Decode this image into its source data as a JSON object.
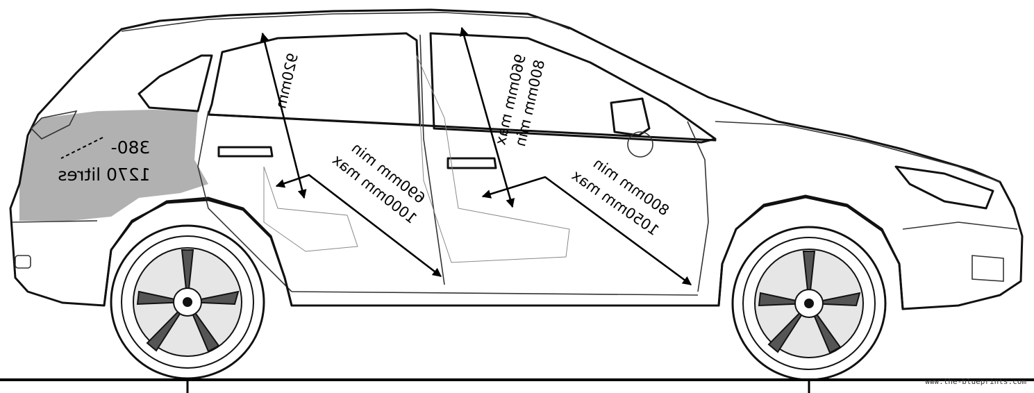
{
  "diagram": {
    "colors": {
      "outline": "#111111",
      "cargo_fill": "#a8a8a8",
      "ground": "#000000",
      "background": "#ffffff"
    },
    "labels": {
      "cargo_line1": "380-",
      "cargo_line2": "1270 litres",
      "rear_headroom": "920mm",
      "front_headroom_line1": "800mm min",
      "front_headroom_line2": "960mm max",
      "rear_legroom_line1": "690mm min",
      "rear_legroom_line2": "1000mm max",
      "front_legroom_line1": "800mm min",
      "front_legroom_line2": "1050mm max"
    },
    "watermark": "www.the-blueprints.com"
  }
}
